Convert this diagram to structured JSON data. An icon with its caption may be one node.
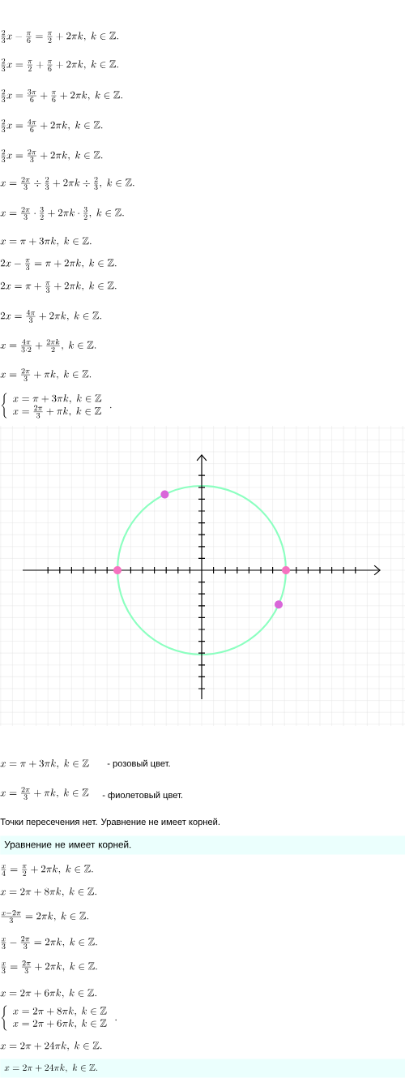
{
  "diagram": {
    "nodes": [
      {
        "text": [
          "Уравнение не имеет корней."
        ]
      },
      {
        "text": [
          "x=2\\pi+24\\pi k,\\ k\\in\\mathbb{Z}."
        ]
      }
    ],
    "labels": [
      "\\frac{2}{3}x-\\frac{\\pi}{6}=\\frac{\\pi}{2}+2\\pi k,\\ k\\in\\mathbb{Z}.",
      "\\frac{2}{3}x=\\frac{\\pi}{2}+\\frac{\\pi}{6}+2\\pi k,\\ k\\in\\mathbb{Z}.",
      "\\frac{2}{3}x=\\frac{3\\pi}{6}+\\frac{\\pi}{6}+2\\pi k,\\ k\\in\\mathbb{Z}.",
      "\\frac{2}{3}x=\\frac{4\\pi}{6}+2\\pi k,\\ k\\in\\mathbb{Z}.",
      "\\frac{2}{3}x=\\frac{2\\pi}{3}+2\\pi k,\\ k\\in\\mathbb{Z}.",
      "x=\\frac{2\\pi}{3}\\div\\frac{2}{3}+2\\pi k\\div\\frac{2}{3},\\ k\\in\\mathbb{Z}.",
      "x=\\frac{2\\pi}{3}\\cdot\\frac{3}{2}+2\\pi k\\cdot\\frac{3}{2},\\ k\\in\\mathbb{Z}.",
      "x=\\pi+3\\pi k,\\ k\\in\\mathbb{Z}.",
      "2x-\\frac{\\pi}{3}=\\pi+2\\pi k,\\ k\\in\\mathbb{Z}.",
      "2x=\\pi+\\frac{\\pi}{3}+2\\pi k,\\ k\\in\\mathbb{Z}.",
      "2x=\\frac{4\\pi}{3}+2\\pi k,\\ k\\in\\mathbb{Z}.",
      "x=\\frac{4\\pi}{3\\cdot 2}+\\frac{2\\pi k}{2},\\ k\\in\\mathbb{Z}.",
      "x=\\frac{2\\pi}{3}+\\pi k,\\ k\\in\\mathbb{Z}.",
      "\\left\\{\\begin{array}{l}x=\\pi+3\\pi k,\\ k\\in\\mathbb{Z}\\\\ x=\\frac{2\\pi}{3}+\\pi k,\\ k\\in\\mathbb{Z}\\end{array}\\right..",
      "x=\\pi+3\\pi k,\\ k\\in\\mathbb{Z}",
      "- розовый цвет.",
      "x=\\frac{2\\pi}{3}+\\pi k,\\ k\\in\\mathbb{Z}",
      "- фиолетовый цвет.",
      "Точки пересечения нет. Уравнение не имеет корней.",
      "\\frac{x}{4}=\\frac{\\pi}{2}+2\\pi k,\\ k\\in\\mathbb{Z}.",
      "x=2\\pi+8\\pi k,\\ k\\in\\mathbb{Z}.",
      "\\frac{x-2\\pi}{3}=2\\pi k,\\ k\\in\\mathbb{Z}.",
      "\\frac{x}{3}-\\frac{2\\pi}{3}=2\\pi k,\\ k\\in\\mathbb{Z}.",
      "\\frac{x}{3}=\\frac{2\\pi}{3}+2\\pi k,\\ k\\in\\mathbb{Z}.",
      "x=2\\pi+6\\pi k,\\ k\\in\\mathbb{Z}.",
      "\\left\\{\\begin{array}{l}x=2\\pi+8\\pi k,\\ k\\in\\mathbb{Z}\\\\ x=2\\pi+6\\pi k,\\ k\\in\\mathbb{Z}\\end{array}\\right..",
      "x=2\\pi+24\\pi k,\\ k\\in\\mathbb{Z}."
    ]
  }
}
